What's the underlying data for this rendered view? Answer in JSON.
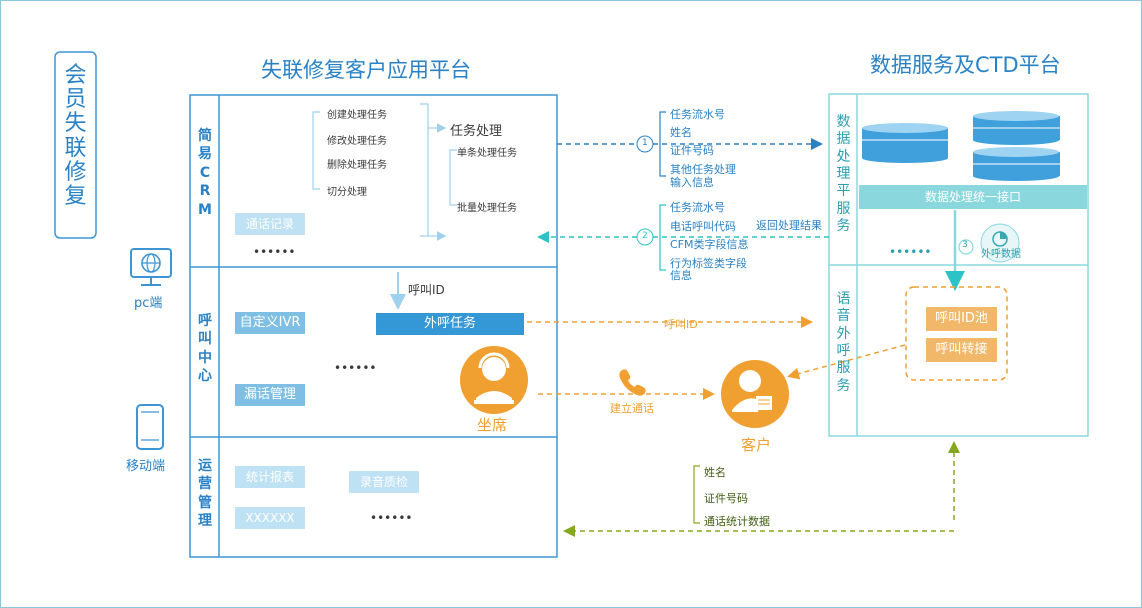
{
  "left_label": {
    "text": "会员失联修复"
  },
  "devices": {
    "pc": {
      "label": "pc端",
      "icon": "monitor-globe-icon"
    },
    "mobile": {
      "label": "移动端",
      "icon": "smartphone-icon"
    }
  },
  "platform_left": {
    "title": "失联修复客户应用平台",
    "section_crm": {
      "label": "简易CRM",
      "tasks": [
        "创建处理任务",
        "修改处理任务",
        "删除处理任务",
        "切分处理"
      ],
      "task_process": "任务处理",
      "single_task": "单条处理任务",
      "batch_task": "批量处理任务",
      "call_record": "通话记录",
      "more": "••••••"
    },
    "section_call": {
      "label": "呼叫中心",
      "call_id": "呼叫ID",
      "outbound_task": "外呼任务",
      "custom_ivr": "自定义IVR",
      "missed_call": "漏话管理",
      "more": "••••••",
      "agent": "坐席"
    },
    "section_ops": {
      "label": "运营管理",
      "stats_report": "统计报表",
      "recording_qc": "录音质检",
      "placeholder": "XXXXXX",
      "more": "••••••"
    }
  },
  "platform_right": {
    "title": "数据服务及CTD平台",
    "data_service": {
      "label": "数据处理平服务",
      "unified_interface": "数据处理统一接口",
      "outbound_data": "外呼数据",
      "more": "••••••"
    },
    "voice_service": {
      "label": "语音外呼服务",
      "id_pool": "呼叫ID池",
      "transfer": "呼叫转接"
    }
  },
  "flows": {
    "step1": {
      "num": "1",
      "fields": [
        "任务流水号",
        "姓名",
        "证件号码",
        "其他任务处理",
        "输入信息"
      ]
    },
    "step2": {
      "num": "2",
      "fields": [
        "任务流水号",
        "电话呼叫代码",
        "CFM类字段信息",
        "行为标签类字段",
        "信息"
      ],
      "return_label": "返回处理结果"
    },
    "step3": {
      "num": "3"
    },
    "call_id_label": "呼叫ID",
    "establish_call": "建立通话",
    "customer": "客户",
    "bottom_fields": [
      "姓名",
      "证件号码",
      "通话统计数据"
    ]
  },
  "colors": {
    "blue": "#2a82c6",
    "teal": "#2cc3c6",
    "orange": "#f0a030",
    "green": "#86a81f",
    "border": "#3e95d4"
  }
}
